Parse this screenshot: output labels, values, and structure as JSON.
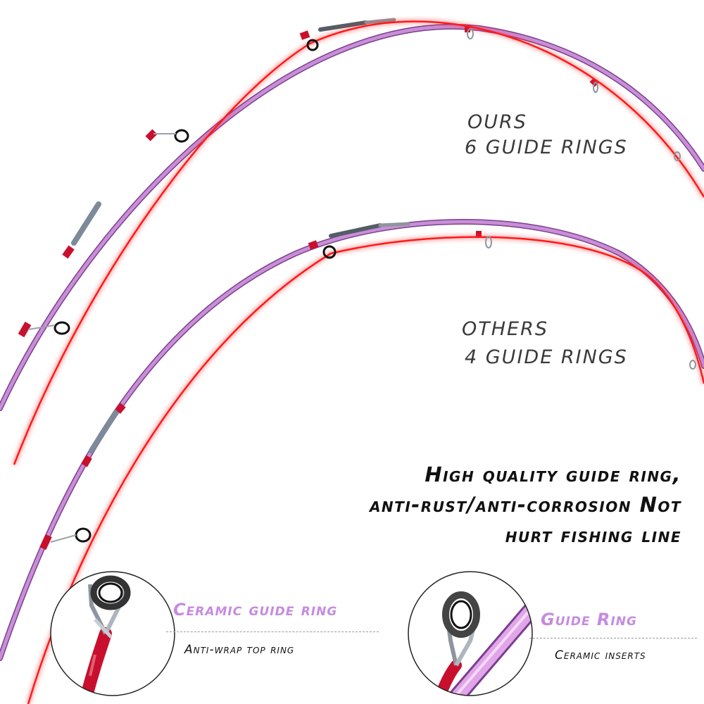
{
  "comparison": {
    "ours_label": "OURS",
    "ours_rings": "6 GUIDE RINGS",
    "others_label": "OTHERS",
    "others_rings": "4 GUIDE RINGS"
  },
  "feature": {
    "line1": "High quality guide ring,",
    "line2": "anti-rust/anti-corrosion Not",
    "line3": "hurt fishing line"
  },
  "callouts": [
    {
      "title": "Ceramic guide ring",
      "subtitle": "Anti-wrap top ring"
    },
    {
      "title": "Guide Ring",
      "subtitle": "Ceramic inserts"
    }
  ],
  "colors": {
    "rod": "#c98fd6",
    "rod_dark": "#9b5ab0",
    "line": "#ff2222",
    "wrap": "#c8102e",
    "frame": "#9aa2ad",
    "callout_title": "#c58be0"
  }
}
